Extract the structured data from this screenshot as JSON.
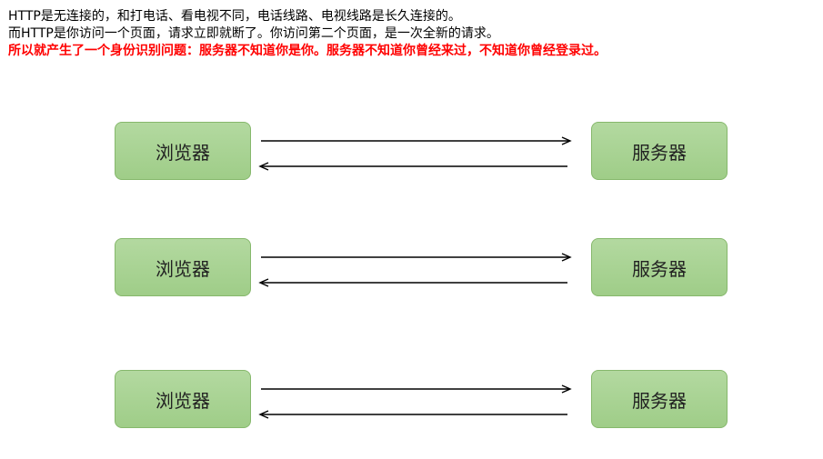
{
  "intro": {
    "line1": "HTTP是无连接的，和打电话、看电视不同，电话线路、电视线路是长久连接的。",
    "line2": "而HTTP是你访问一个页面，请求立即就断了。你访问第二个页面，是一次全新的请求。",
    "line3": "所以就产生了一个身份识别问题：服务器不知道你是你。服务器不知道你曾经来过，不知道你曾经登录过。"
  },
  "diagram": {
    "rows": [
      {
        "browser": "浏览器",
        "server": "服务器"
      },
      {
        "browser": "浏览器",
        "server": "服务器"
      },
      {
        "browser": "浏览器",
        "server": "服务器"
      }
    ]
  },
  "colors": {
    "box_fill_top": "#b3d9a0",
    "box_fill_bottom": "#9fcd88",
    "box_border": "#86b86c",
    "emphasis": "#ff0000"
  }
}
